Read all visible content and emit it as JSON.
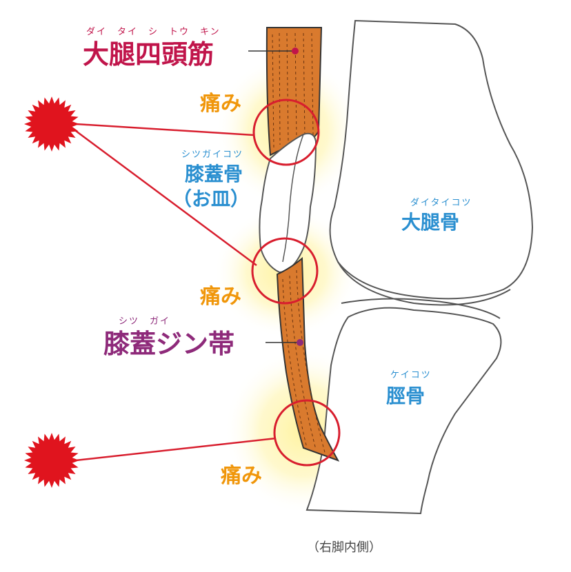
{
  "labels": {
    "quadriceps": {
      "ruby": "ダイ　タイ　シ　トウ　キン",
      "text": "大腿四頭筋"
    },
    "patella": {
      "ruby": "シツガイコツ",
      "text": "膝蓋骨",
      "sub": "（お皿）"
    },
    "femur": {
      "ruby": "ダイタイコツ",
      "text": "大腿骨"
    },
    "patellar_tendon": {
      "ruby": "シツ　ガイ",
      "text": "膝蓋ジン帯"
    },
    "tibia": {
      "ruby": "ケイコツ",
      "text": "脛骨"
    }
  },
  "pain_labels": [
    "痛み",
    "痛み",
    "痛み"
  ],
  "caption": "（右脚内側）",
  "colors": {
    "quadriceps_label": "#c0144a",
    "tendon_label": "#8e2a7a",
    "bone_label": "#2a8fd0",
    "pain_label": "#f0960a",
    "muscle_fill": "#d97a2e",
    "pain_circle": "#d81e2e",
    "burst": "#e0141e",
    "glow": "#fff07a"
  },
  "icons": [
    "pain-burst-icon",
    "pain-burst-icon"
  ]
}
